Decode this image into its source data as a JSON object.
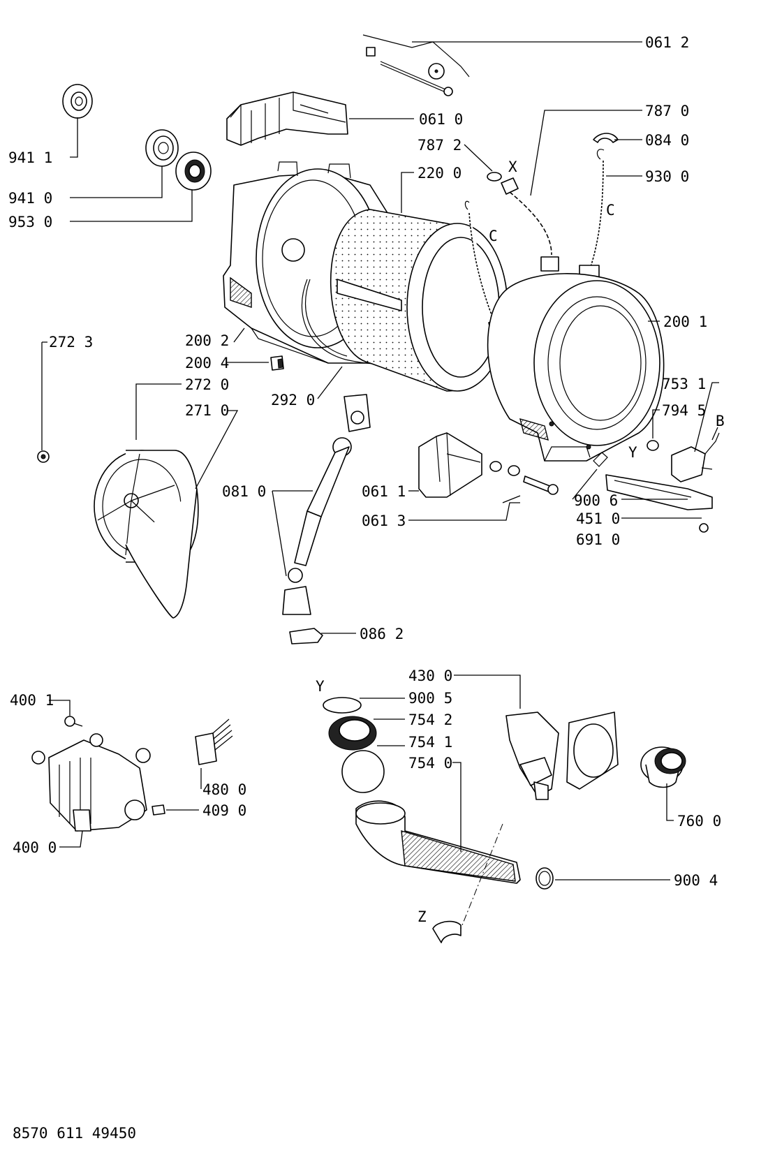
{
  "doc_number": "8570 611 49450",
  "callouts": {
    "c0612": "061 2",
    "c0610": "061 0",
    "c7870": "787 0",
    "c7872": "787 2",
    "c0840": "084 0",
    "c2200": "220 0",
    "c9300": "930 0",
    "c9411": "941 1",
    "c9410": "941 0",
    "c9530": "953 0",
    "c2001": "200 1",
    "c2002": "200 2",
    "c2004": "200 4",
    "c2723": "272 3",
    "c2720": "272 0",
    "c2710": "271 0",
    "c2920": "292 0",
    "c7531": "753 1",
    "c7945": "794 5",
    "c0810": "081 0",
    "c0611": "061 1",
    "c0613": "061 3",
    "c9006": "900 6",
    "c4510": "451 0",
    "c6910": "691 0",
    "c0862": "086 2",
    "c4300": "430 0",
    "c9005": "900 5",
    "c7542": "754 2",
    "c7541": "754 1",
    "c7540": "754 0",
    "c4001": "400 1",
    "c4800": "480 0",
    "c4090": "409 0",
    "c4000": "400 0",
    "c7600": "760 0",
    "c9004": "900 4"
  },
  "markers": {
    "x": "X",
    "c_left": "C",
    "c_right": "C",
    "y_top": "Y",
    "b": "B",
    "y_bottom": "Y",
    "z": "Z"
  }
}
